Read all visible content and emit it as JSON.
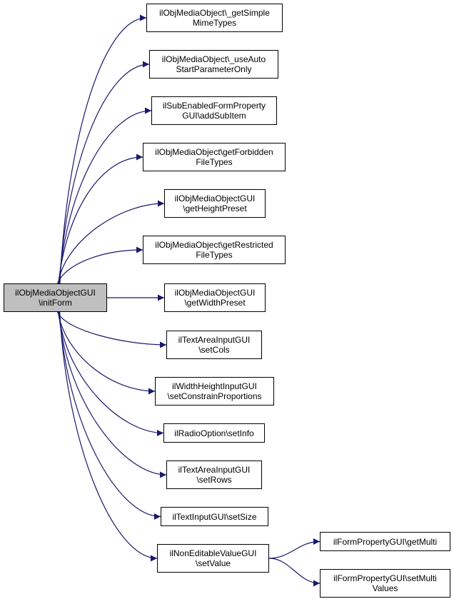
{
  "colors": {
    "edge": "#191970",
    "root_fill": "#bfbfbf",
    "node_fill": "#ffffff",
    "border": "#000000"
  },
  "nodes": [
    {
      "id": "root",
      "lines": [
        "ilObjMediaObjectGUI",
        "\\initForm"
      ]
    },
    {
      "id": "n1",
      "lines": [
        "ilObjMediaObject\\_getSimple",
        "MimeTypes"
      ]
    },
    {
      "id": "n2",
      "lines": [
        "ilObjMediaObject\\_useAuto",
        "StartParameterOnly"
      ]
    },
    {
      "id": "n3",
      "lines": [
        "ilSubEnabledFormProperty",
        "GUI\\addSubItem"
      ]
    },
    {
      "id": "n4",
      "lines": [
        "ilObjMediaObject\\getForbidden",
        "FileTypes"
      ]
    },
    {
      "id": "n5",
      "lines": [
        "ilObjMediaObjectGUI",
        "\\getHeightPreset"
      ]
    },
    {
      "id": "n6",
      "lines": [
        "ilObjMediaObject\\getRestricted",
        "FileTypes"
      ]
    },
    {
      "id": "n7",
      "lines": [
        "ilObjMediaObjectGUI",
        "\\getWidthPreset"
      ]
    },
    {
      "id": "n8",
      "lines": [
        "ilTextAreaInputGUI",
        "\\setCols"
      ]
    },
    {
      "id": "n9",
      "lines": [
        "ilWidthHeightInputGUI",
        "\\setConstrainProportions"
      ]
    },
    {
      "id": "n10",
      "lines": [
        "ilRadioOption\\setInfo"
      ]
    },
    {
      "id": "n11",
      "lines": [
        "ilTextAreaInputGUI",
        "\\setRows"
      ]
    },
    {
      "id": "n12",
      "lines": [
        "ilTextInputGUI\\setSize"
      ]
    },
    {
      "id": "n13",
      "lines": [
        "ilNonEditableValueGUI",
        "\\setValue"
      ]
    },
    {
      "id": "n14",
      "lines": [
        "ilFormPropertyGUI\\getMulti"
      ]
    },
    {
      "id": "n15",
      "lines": [
        "ilFormPropertyGUI\\setMulti",
        "Values"
      ]
    }
  ],
  "edges": [
    [
      "root",
      "n1"
    ],
    [
      "root",
      "n2"
    ],
    [
      "root",
      "n3"
    ],
    [
      "root",
      "n4"
    ],
    [
      "root",
      "n5"
    ],
    [
      "root",
      "n6"
    ],
    [
      "root",
      "n7"
    ],
    [
      "root",
      "n8"
    ],
    [
      "root",
      "n9"
    ],
    [
      "root",
      "n10"
    ],
    [
      "root",
      "n11"
    ],
    [
      "root",
      "n12"
    ],
    [
      "root",
      "n13"
    ],
    [
      "n13",
      "n14"
    ],
    [
      "n13",
      "n15"
    ]
  ]
}
